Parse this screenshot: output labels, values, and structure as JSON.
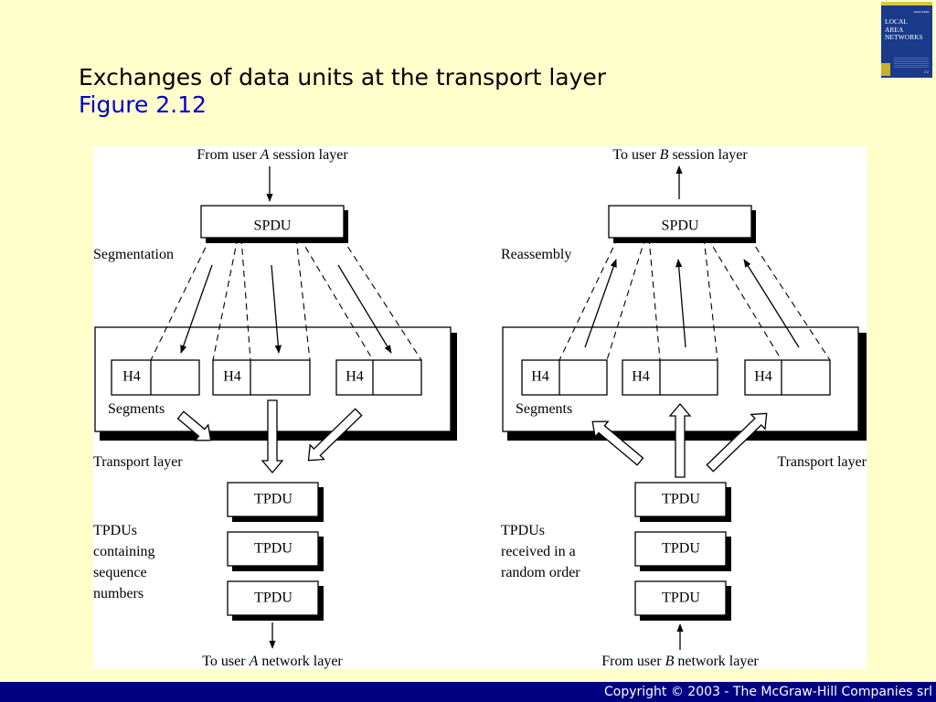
{
  "slide": {
    "title": "Exchanges of data units at the transport layer",
    "subtitle": "Figure 2.12"
  },
  "book": {
    "author": "David Nadler",
    "title_lines": [
      "LOCAL",
      "AREA",
      "NETWORKS"
    ],
    "edition": "2/2"
  },
  "diagram": {
    "left": {
      "top_label": [
        "From user ",
        "A",
        " session layer"
      ],
      "bottom_label": [
        "To user ",
        "A",
        " network layer"
      ],
      "process_label": "Segmentation",
      "spdu": "SPDU",
      "headers": [
        "H4",
        "H4",
        "H4"
      ],
      "segments_label": "Segments",
      "transport_label": "Transport layer",
      "tpdus": [
        "TPDU",
        "TPDU",
        "TPDU"
      ],
      "note_lines": [
        "TPDUs",
        "containing",
        "sequence",
        "numbers"
      ]
    },
    "right": {
      "top_label": [
        "To user ",
        "B",
        " session layer"
      ],
      "bottom_label": [
        "From user ",
        "B",
        " network layer"
      ],
      "process_label": "Reassembly",
      "spdu": "SPDU",
      "headers": [
        "H4",
        "H4",
        "H4"
      ],
      "segments_label": "Segments",
      "transport_label": "Transport layer",
      "tpdus": [
        "TPDU",
        "TPDU",
        "TPDU"
      ],
      "note_lines": [
        "TPDUs",
        "received in a",
        "random order"
      ]
    }
  },
  "footer": {
    "copyright": "Copyright © 2003 - The McGraw-Hill Companies srl"
  }
}
